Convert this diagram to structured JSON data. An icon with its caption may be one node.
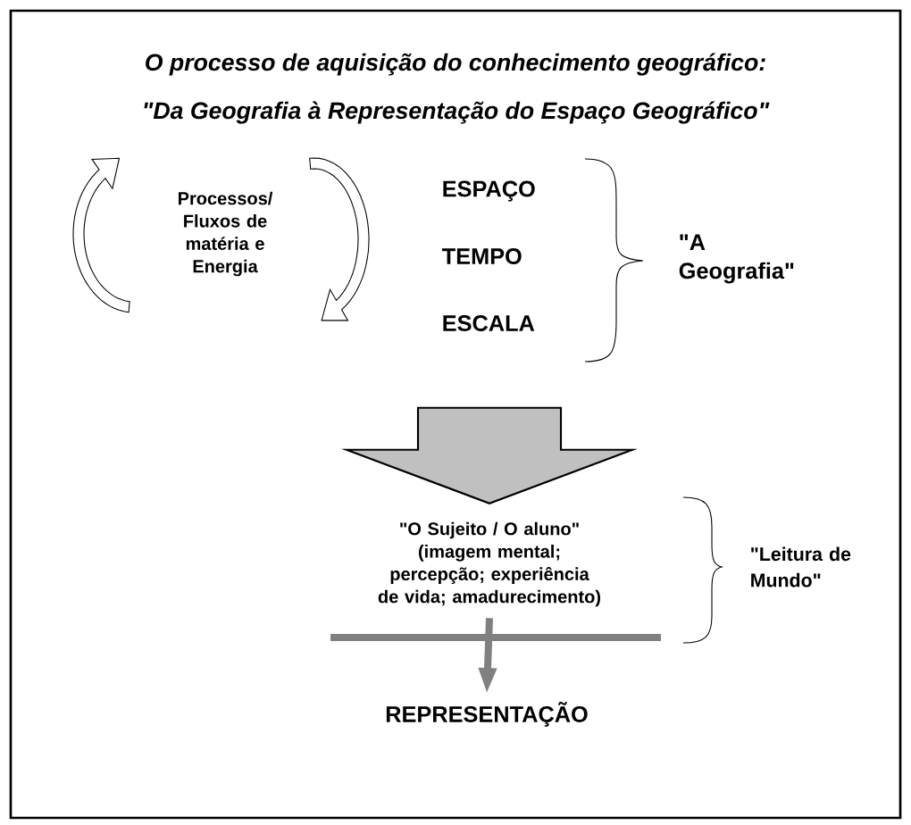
{
  "diagram": {
    "title": "O processo de aquisição do conhecimento geográfico:",
    "nodes": [
      {
        "text": [
          "Processos/ Fluxos de matéria e Energia"
        ]
      },
      {
        "text": [
          "\"O Sujeito / O aluno\"",
          "(imagem mental; percepção; experiência de vida; amadurecimento)"
        ]
      },
      {
        "text": [
          "REPRESENTAÇÃO"
        ]
      }
    ],
    "edges": [
      {
        "from": null,
        "to": 1,
        "arrow": "to",
        "style": "thick",
        "color": "#c0c0c0"
      },
      {
        "from": 1,
        "to": 2,
        "arrow": "to"
      }
    ],
    "labels": [
      "\"Da Geografia à Representação do Espaço Geográfico\"",
      "ESPAÇO",
      "TEMPO",
      "ESCALA",
      "\"A Geografia\"",
      "\"Leitura de Mundo\""
    ]
  }
}
